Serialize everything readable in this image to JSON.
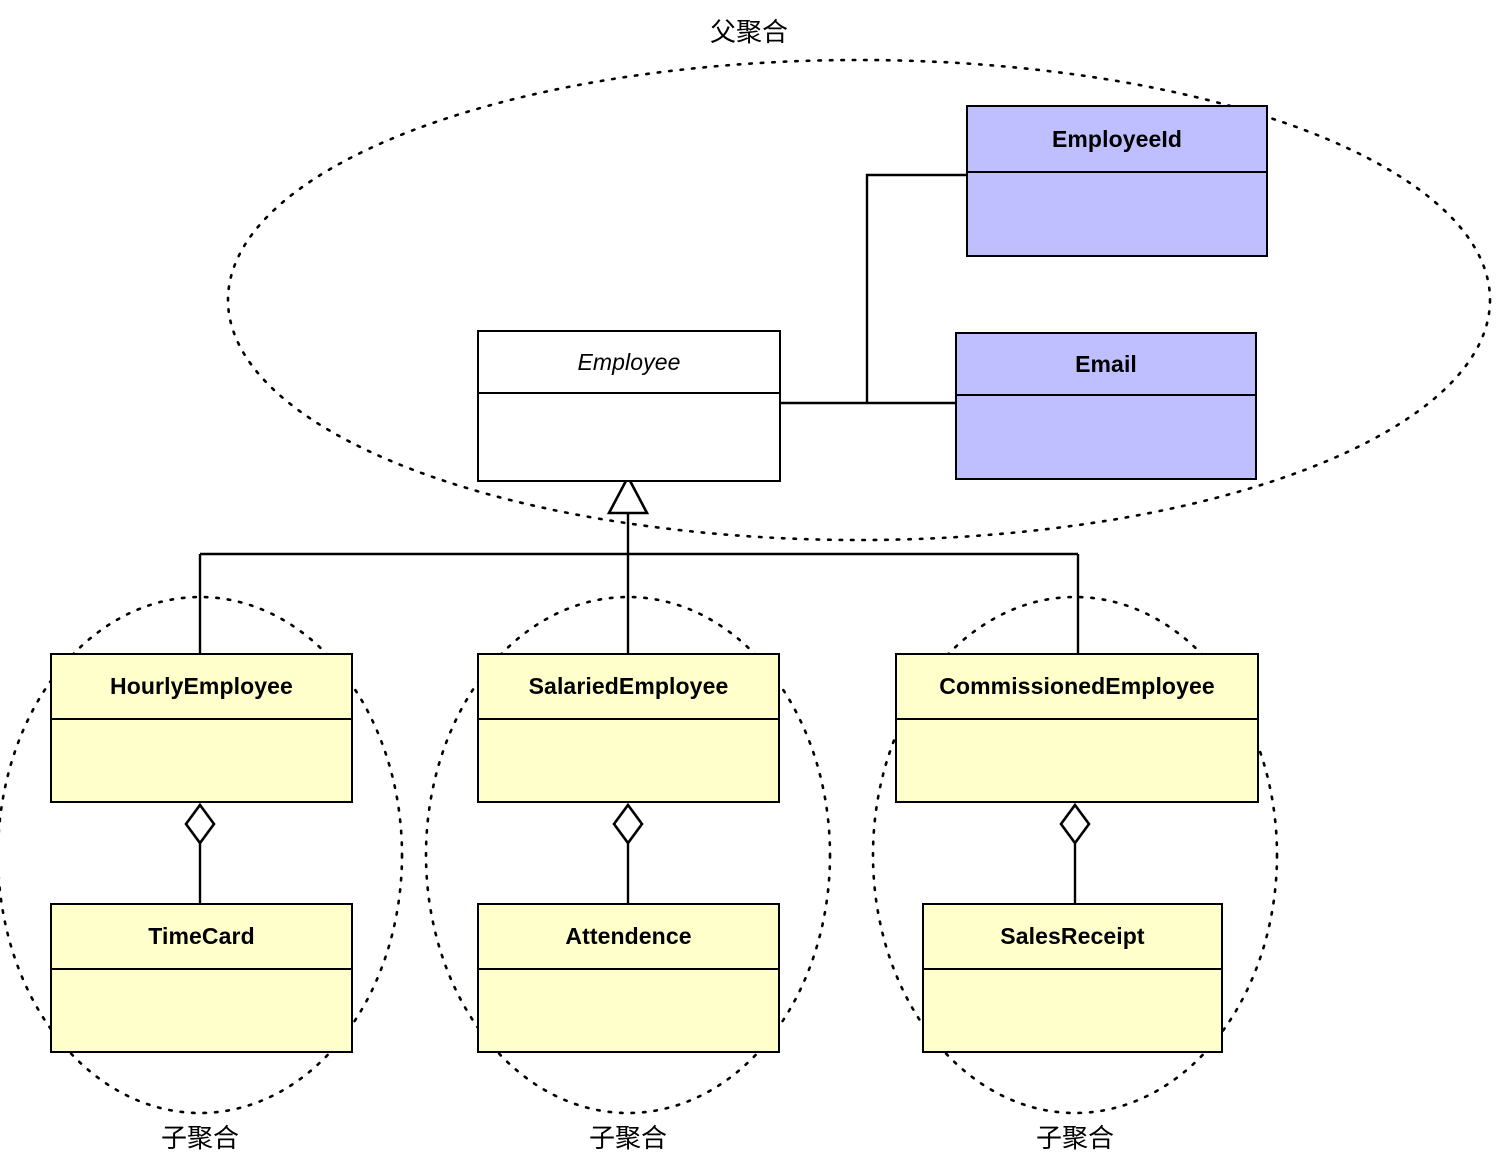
{
  "diagram": {
    "title": "父聚合",
    "colors": {
      "value_object_fill": "#bfbfff",
      "entity_fill": "#ffffcc",
      "root_fill": "#ffffff",
      "stroke": "#000000",
      "background": "#ffffff"
    },
    "labels": {
      "parent_aggregate": "父聚合",
      "child_aggregate_1": "子聚合",
      "child_aggregate_2": "子聚合",
      "child_aggregate_3": "子聚合"
    },
    "classes": [
      {
        "id": "employee",
        "name": "Employee",
        "abstract": true,
        "fill": "white"
      },
      {
        "id": "employee-id",
        "name": "EmployeeId",
        "abstract": false,
        "fill": "lavender"
      },
      {
        "id": "email",
        "name": "Email",
        "abstract": false,
        "fill": "lavender"
      },
      {
        "id": "hourly-employee",
        "name": "HourlyEmployee",
        "abstract": false,
        "fill": "yellow"
      },
      {
        "id": "salaried-employee",
        "name": "SalariedEmployee",
        "abstract": false,
        "fill": "yellow"
      },
      {
        "id": "commissioned-employee",
        "name": "CommissionedEmployee",
        "abstract": false,
        "fill": "yellow"
      },
      {
        "id": "time-card",
        "name": "TimeCard",
        "abstract": false,
        "fill": "yellow"
      },
      {
        "id": "attendence",
        "name": "Attendence",
        "abstract": false,
        "fill": "yellow"
      },
      {
        "id": "sales-receipt",
        "name": "SalesReceipt",
        "abstract": false,
        "fill": "yellow"
      }
    ],
    "relationships": [
      {
        "type": "association",
        "from": "Employee",
        "to": "EmployeeId"
      },
      {
        "type": "association",
        "from": "Employee",
        "to": "Email"
      },
      {
        "type": "generalization",
        "from": "HourlyEmployee",
        "to": "Employee"
      },
      {
        "type": "generalization",
        "from": "SalariedEmployee",
        "to": "Employee"
      },
      {
        "type": "generalization",
        "from": "CommissionedEmployee",
        "to": "Employee"
      },
      {
        "type": "aggregation",
        "from": "HourlyEmployee",
        "to": "TimeCard"
      },
      {
        "type": "aggregation",
        "from": "SalariedEmployee",
        "to": "Attendence"
      },
      {
        "type": "aggregation",
        "from": "CommissionedEmployee",
        "to": "SalesReceipt"
      }
    ],
    "boundaries": [
      {
        "id": "parent-aggregate-boundary",
        "label": "父聚合",
        "members": [
          "Employee",
          "EmployeeId",
          "Email"
        ]
      },
      {
        "id": "child-aggregate-boundary-1",
        "label": "子聚合",
        "members": [
          "HourlyEmployee",
          "TimeCard"
        ]
      },
      {
        "id": "child-aggregate-boundary-2",
        "label": "子聚合",
        "members": [
          "SalariedEmployee",
          "Attendence"
        ]
      },
      {
        "id": "child-aggregate-boundary-3",
        "label": "子聚合",
        "members": [
          "CommissionedEmployee",
          "SalesReceipt"
        ]
      }
    ]
  }
}
